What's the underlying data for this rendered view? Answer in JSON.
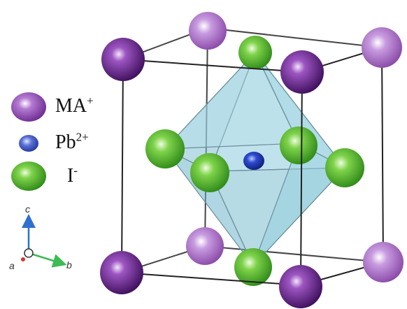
{
  "legend": {
    "items": [
      {
        "species": "MA",
        "charge": "+",
        "color": "#9a55b8"
      },
      {
        "species": "Pb",
        "charge": "2+",
        "color": "#3a4fc0"
      },
      {
        "species": "I",
        "charge": "-",
        "color": "#5cbf2e"
      }
    ]
  },
  "axes": {
    "c": "c",
    "a": "a",
    "b": "b",
    "colors": {
      "c": "#2f6fd0",
      "a": "#e03030",
      "b": "#3dbb55"
    }
  },
  "structure": {
    "octahedron_color": "#6fb6cc",
    "frame_color": "#222222",
    "ma_front_color": "#5e1f80",
    "ma_back_color": "#b57ad0",
    "iodide_color": "#5cbf2e",
    "lead_color": "#1d3aa8"
  }
}
